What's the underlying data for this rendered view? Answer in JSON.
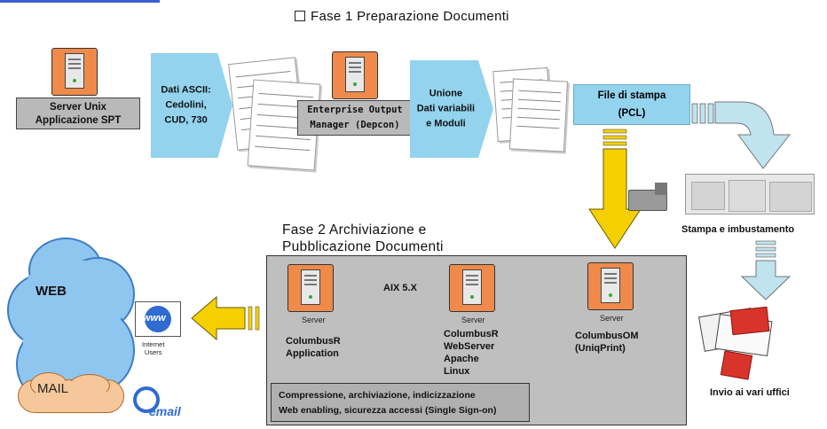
{
  "fase1": {
    "title": "Fase 1 Preparazione Documenti"
  },
  "fase2": {
    "title_line1": "Fase 2 Archiviazione e",
    "title_line2": "Pubblicazione Documenti"
  },
  "nodes": {
    "server_unix": {
      "line1": "Server Unix",
      "line2": "Applicazione SPT"
    },
    "dati_ascii": {
      "line1": "Dati ASCII:",
      "line2": "Cedolini,",
      "line3": "CUD, 730"
    },
    "eom": {
      "line1": "Enterprise Output",
      "line2": "Manager (Depcon)"
    },
    "unione": {
      "line1": "Unione",
      "line2": "Dati variabili",
      "line3": "e Moduli"
    },
    "file_stampa": {
      "line1": "File di stampa",
      "line2": "(PCL)"
    },
    "stampa": {
      "label": "Stampa e imbustamento"
    },
    "invio": {
      "label": "Invio ai vari uffici"
    },
    "aix": {
      "label": "AIX 5.X"
    },
    "srv_app": {
      "caption": "Server",
      "line1": "ColumbusR",
      "line2": "Application"
    },
    "srv_web": {
      "caption": "Server",
      "line1": "ColumbusR",
      "line2": "WebServer",
      "line3": "Apache",
      "line4": "Linux"
    },
    "srv_om": {
      "caption": "Server",
      "line1": "ColumbusOM",
      "line2": "(UniqPrint)"
    },
    "info": {
      "line1": "Compressione, archiviazione, indicizzazione",
      "line2": "Web enabling, sicurezza accessi (Single Sign-on)"
    },
    "web": {
      "label": "WEB"
    },
    "mail": {
      "label": "MAIL"
    },
    "internet_users": {
      "badge": "www",
      "line1": "Internet",
      "line2": "Users"
    },
    "email_logo": {
      "label": "email"
    }
  },
  "colors": {
    "server_orange": "#f08a4b",
    "arrow_blue": "#93d3ee",
    "arrow_yellow": "#f5d000",
    "arrow_cyan": "#bfe3ef",
    "cloud": "#8fc6ef",
    "mail_cloud": "#f6c79a"
  }
}
